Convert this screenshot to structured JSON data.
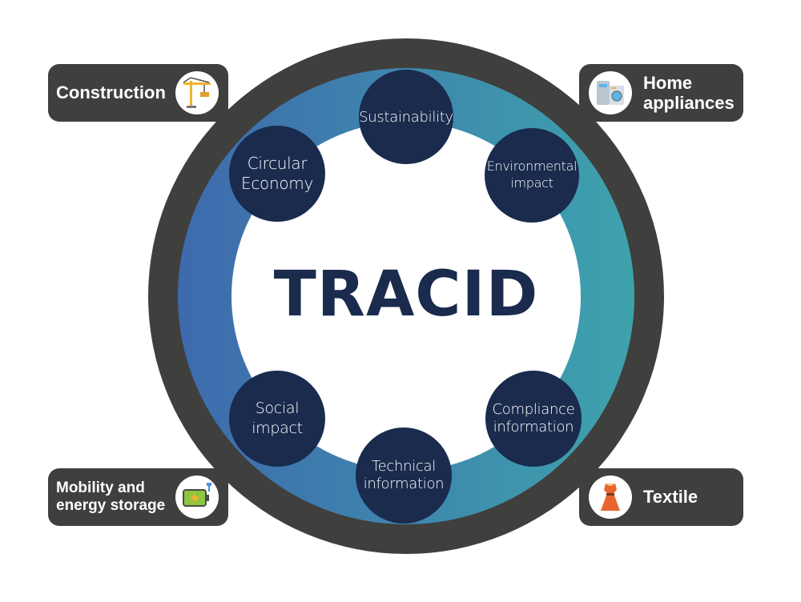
{
  "title": "TRACID",
  "nodes": [
    {
      "id": "sustainability",
      "label": "Sustainability"
    },
    {
      "id": "environmental",
      "label": "Environmental\nimpact"
    },
    {
      "id": "compliance",
      "label": "Compliance\ninformation"
    },
    {
      "id": "technical",
      "label": "Technical\ninformation"
    },
    {
      "id": "social",
      "label": "Social\nimpact"
    },
    {
      "id": "circular",
      "label": "Circular\nEconomy"
    }
  ],
  "sectors": [
    {
      "id": "construction",
      "label": "Construction",
      "icon": "crane-icon"
    },
    {
      "id": "home-appliances",
      "label": "Home\nappliances",
      "icon": "appliances-icon"
    },
    {
      "id": "mobility",
      "label": "Mobility and\nenergy storage",
      "icon": "battery-icon"
    },
    {
      "id": "textile",
      "label": "Textile",
      "icon": "dress-icon"
    }
  ],
  "colors": {
    "outer_ring": "#3f3f3d",
    "gradient_left": "#3e6aad",
    "gradient_right": "#3ea3ad",
    "node": "#1a2b4d",
    "title": "#1a2b4d"
  }
}
